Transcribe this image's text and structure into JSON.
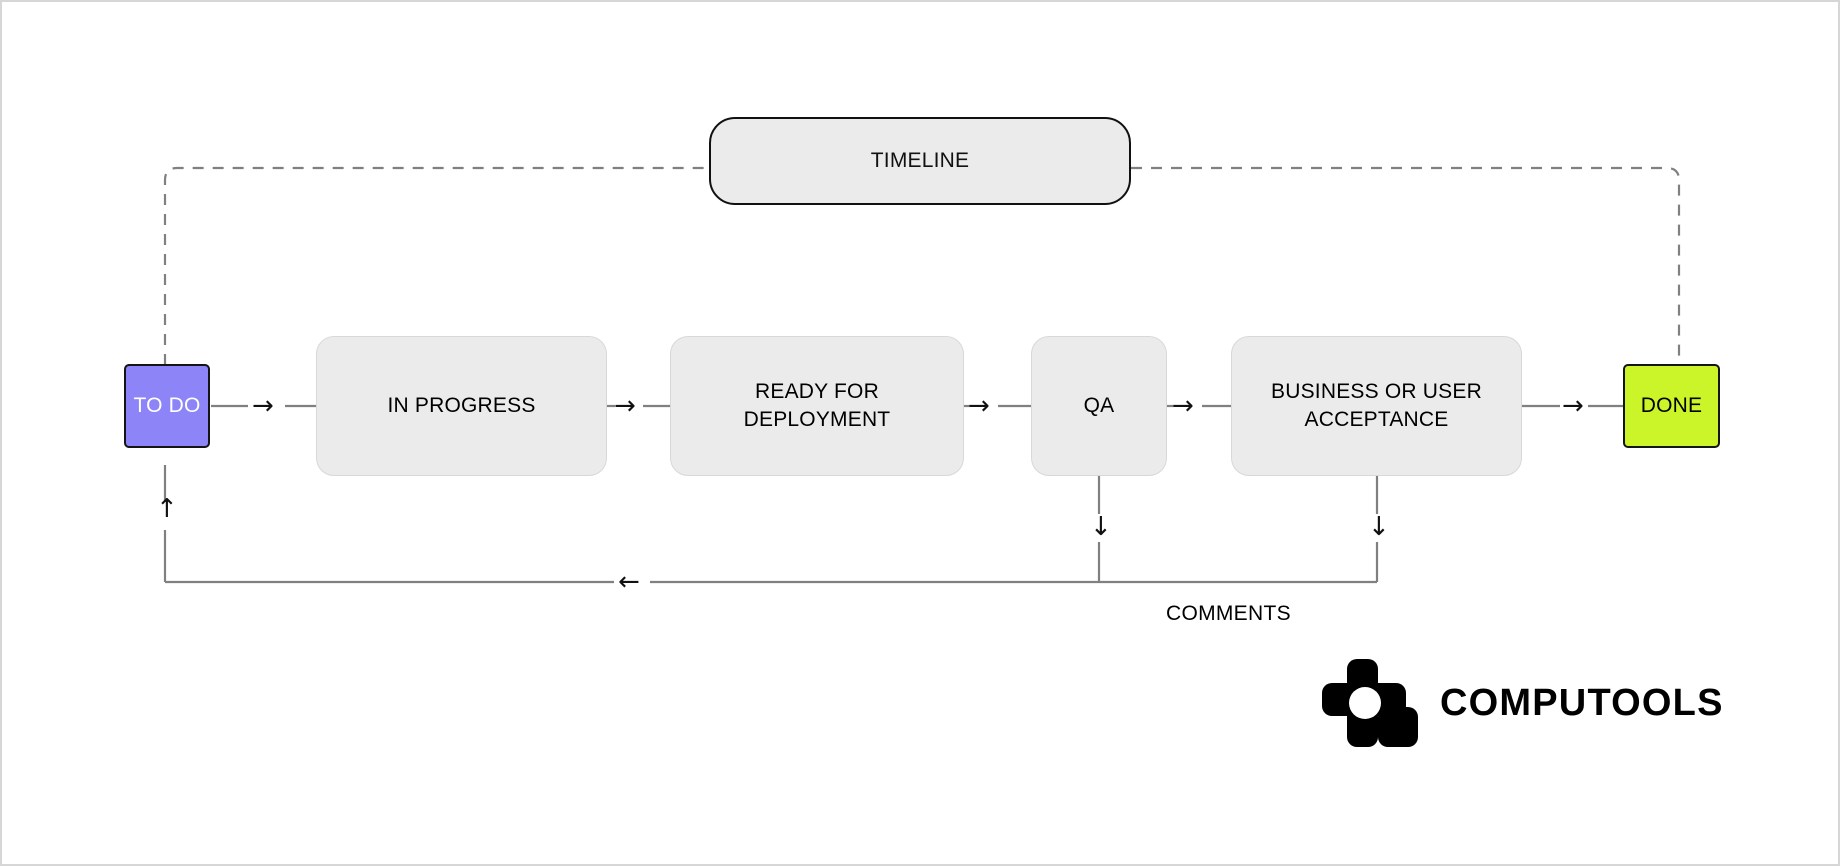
{
  "diagram": {
    "title": "TIMELINE",
    "type": "workflow-flowchart",
    "timeline": {
      "label": "TIMELINE",
      "style": "pill",
      "fill": "#ebebeb",
      "border": "#111111"
    },
    "stages": [
      {
        "id": "todo",
        "label": "TO DO",
        "kind": "terminal",
        "fill": "#8c84f7",
        "text_color": "#ffffff"
      },
      {
        "id": "inprogress",
        "label": "IN PROGRESS",
        "kind": "stage",
        "fill": "#ebebeb",
        "text_color": "#000000"
      },
      {
        "id": "ready",
        "label": "READY FOR\nDEPLOYMENT",
        "kind": "stage",
        "fill": "#ebebeb",
        "text_color": "#000000"
      },
      {
        "id": "qa",
        "label": "QA",
        "kind": "stage",
        "fill": "#ebebeb",
        "text_color": "#000000"
      },
      {
        "id": "acceptance",
        "label": "BUSINESS OR USER\nACCEPTANCE",
        "kind": "stage",
        "fill": "#ebebeb",
        "text_color": "#000000"
      },
      {
        "id": "done",
        "label": "DONE",
        "kind": "terminal",
        "fill": "#ccf529",
        "text_color": "#000000"
      }
    ],
    "labels": {
      "comments": "COMMENTS"
    },
    "arrow_glyphs": {
      "right": "→",
      "left": "←",
      "up": "↑",
      "down": "↓"
    },
    "flow_arrows": [
      {
        "from": "todo",
        "to": "inprogress",
        "direction": "right"
      },
      {
        "from": "inprogress",
        "to": "ready",
        "direction": "right"
      },
      {
        "from": "ready",
        "to": "qa",
        "direction": "right"
      },
      {
        "from": "qa",
        "to": "acceptance",
        "direction": "right"
      },
      {
        "from": "acceptance",
        "to": "done",
        "direction": "right"
      }
    ],
    "feedback_arrows": [
      {
        "from": "qa",
        "to": "comments-bus",
        "direction": "down"
      },
      {
        "from": "acceptance",
        "to": "comments-bus",
        "direction": "down"
      },
      {
        "from": "comments-bus",
        "to": "todo",
        "direction": "left"
      },
      {
        "from": "comments-bus",
        "to": "todo",
        "direction": "up"
      }
    ],
    "timeline_span": {
      "from": "todo",
      "to": "done",
      "style": "dashed",
      "color": "#808080"
    },
    "colors": {
      "line": "#808080",
      "dash": "#808080",
      "stage_fill": "#ebebeb",
      "stage_border": "#d8d8d8",
      "terminal_border": "#141414",
      "canvas_border": "#d4d6d8",
      "accent_todo": "#8c84f7",
      "accent_done": "#ccf529"
    }
  },
  "branding": {
    "name": "COMPUTOOLS",
    "mark": "computools-logo-icon"
  }
}
